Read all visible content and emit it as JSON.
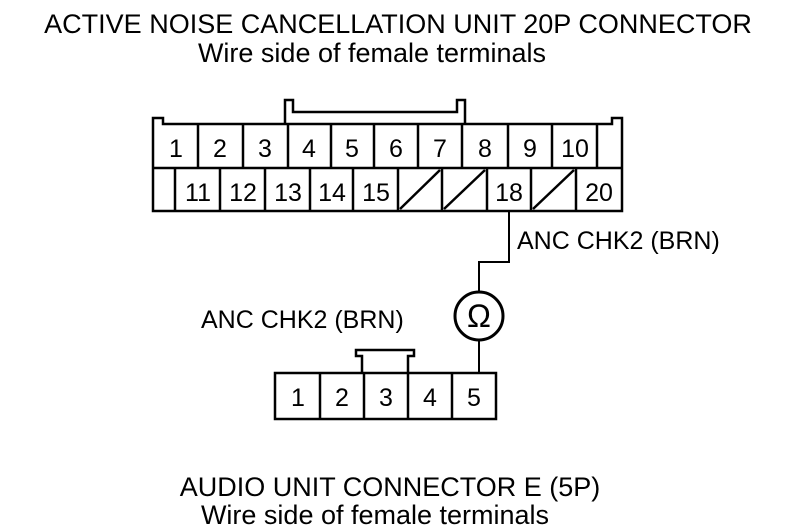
{
  "top_connector": {
    "title": "ACTIVE NOISE CANCELLATION UNIT 20P CONNECTOR",
    "subtitle": "Wire side of female terminals",
    "row1_pins": [
      "1",
      "2",
      "3",
      "4",
      "5",
      "6",
      "7",
      "8",
      "9",
      "10"
    ],
    "row2_pins": [
      "11",
      "12",
      "13",
      "14",
      "15",
      "",
      "",
      "18",
      "",
      "20"
    ]
  },
  "wire_label_top": "ANC CHK2 (BRN)",
  "wire_label_bottom": "ANC CHK2 (BRN)",
  "ohmmeter_symbol": "Ω",
  "bottom_connector": {
    "title": "AUDIO UNIT CONNECTOR E (5P)",
    "subtitle": "Wire side of female terminals",
    "pins": [
      "1",
      "2",
      "3",
      "4",
      "5"
    ]
  },
  "colors": {
    "line": "#000000",
    "background": "#ffffff"
  }
}
